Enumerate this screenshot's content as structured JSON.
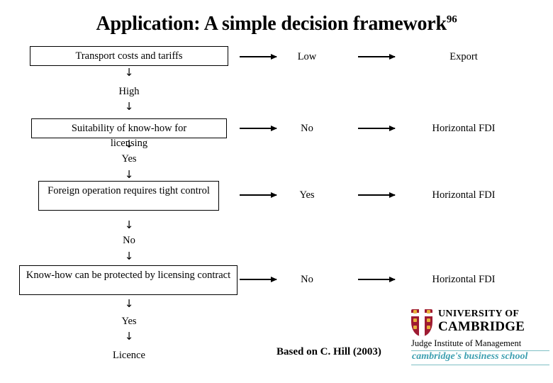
{
  "slide": {
    "title_text": "Application: A simple decision framework",
    "title_superscript": "96",
    "source_note": "Based on C. Hill (2003)",
    "background_color": "#ffffff",
    "text_color": "#000000"
  },
  "boxes": [
    {
      "id": "transport-costs",
      "label": "Transport costs and tariffs"
    },
    {
      "id": "suitability-knowhow",
      "label": "Suitability of know-how for",
      "overflow_label": "licensing"
    },
    {
      "id": "foreign-operation-control",
      "label": "Foreign operation requires tight control"
    },
    {
      "id": "knowhow-protection",
      "label": "Know-how can be protected by licensing contract"
    }
  ],
  "vertical_flow": [
    {
      "arrow": "↓",
      "label": "High"
    },
    {
      "arrow": "↓",
      "label": "Yes"
    },
    {
      "arrow": "↓",
      "label": "No"
    },
    {
      "arrow": "↓",
      "label": "Yes"
    },
    {
      "arrow": "↓",
      "label": "Licence"
    }
  ],
  "rows": [
    {
      "condition": "Low",
      "outcome": "Export"
    },
    {
      "condition": "No",
      "outcome": "Horizontal FDI"
    },
    {
      "condition": "Yes",
      "outcome": "Horizontal FDI"
    },
    {
      "condition": "No",
      "outcome": "Horizontal FDI"
    }
  ],
  "logo": {
    "university_line": "UNIVERSITY OF",
    "cambridge_line": "CAMBRIDGE",
    "institute_line": "Judge Institute of Management",
    "tagline": "cambridge's business school",
    "shield_color": "#9e1b32",
    "tagline_color": "#3c9fb0"
  }
}
